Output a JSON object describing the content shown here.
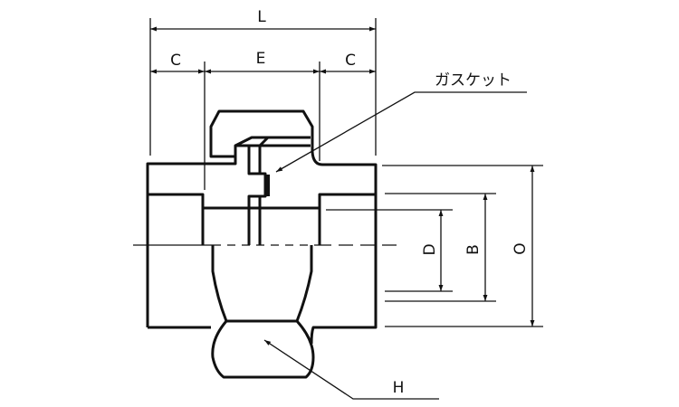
{
  "diagram": {
    "dimensions": {
      "L": "L",
      "C_left": "C",
      "E": "E",
      "C_right": "C",
      "D": "D",
      "B": "B",
      "O": "O",
      "H": "H"
    },
    "callouts": {
      "gasket": "ガスケット",
      "hex": "H"
    }
  }
}
